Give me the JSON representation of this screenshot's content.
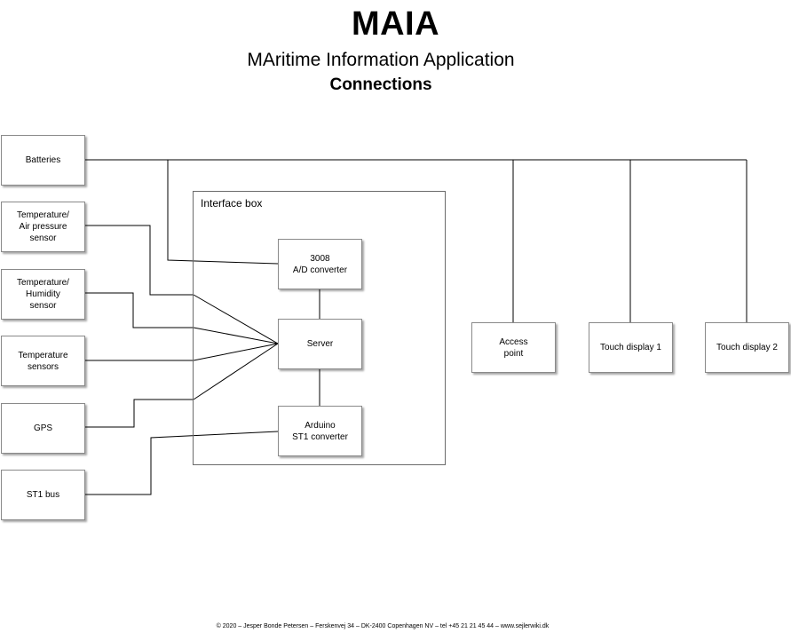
{
  "header": {
    "title": "MAIA",
    "subtitle": "MAritime Information Application",
    "section": "Connections"
  },
  "container": {
    "label": "Interface box"
  },
  "nodes": {
    "batteries": "Batteries",
    "temp_air_pressure": "Temperature/\nAir pressure\nsensor",
    "temp_humidity": "Temperature/\nHumidity\nsensor",
    "temp_sensors": "Temperature\nsensors",
    "gps": "GPS",
    "st1_bus": "ST1 bus",
    "ad_converter": "3008\nA/D converter",
    "server": "Server",
    "arduino": "Arduino\nST1 converter",
    "access_point": "Access\npoint",
    "touch1": "Touch display 1",
    "touch2": "Touch display 2"
  },
  "footer": "© 2020 – Jesper Bonde Petersen – Ferskenvej 34 – DK-2400 Copenhagen NV – tel +45 21 21 45 44 – www.sejlerwiki.dk"
}
